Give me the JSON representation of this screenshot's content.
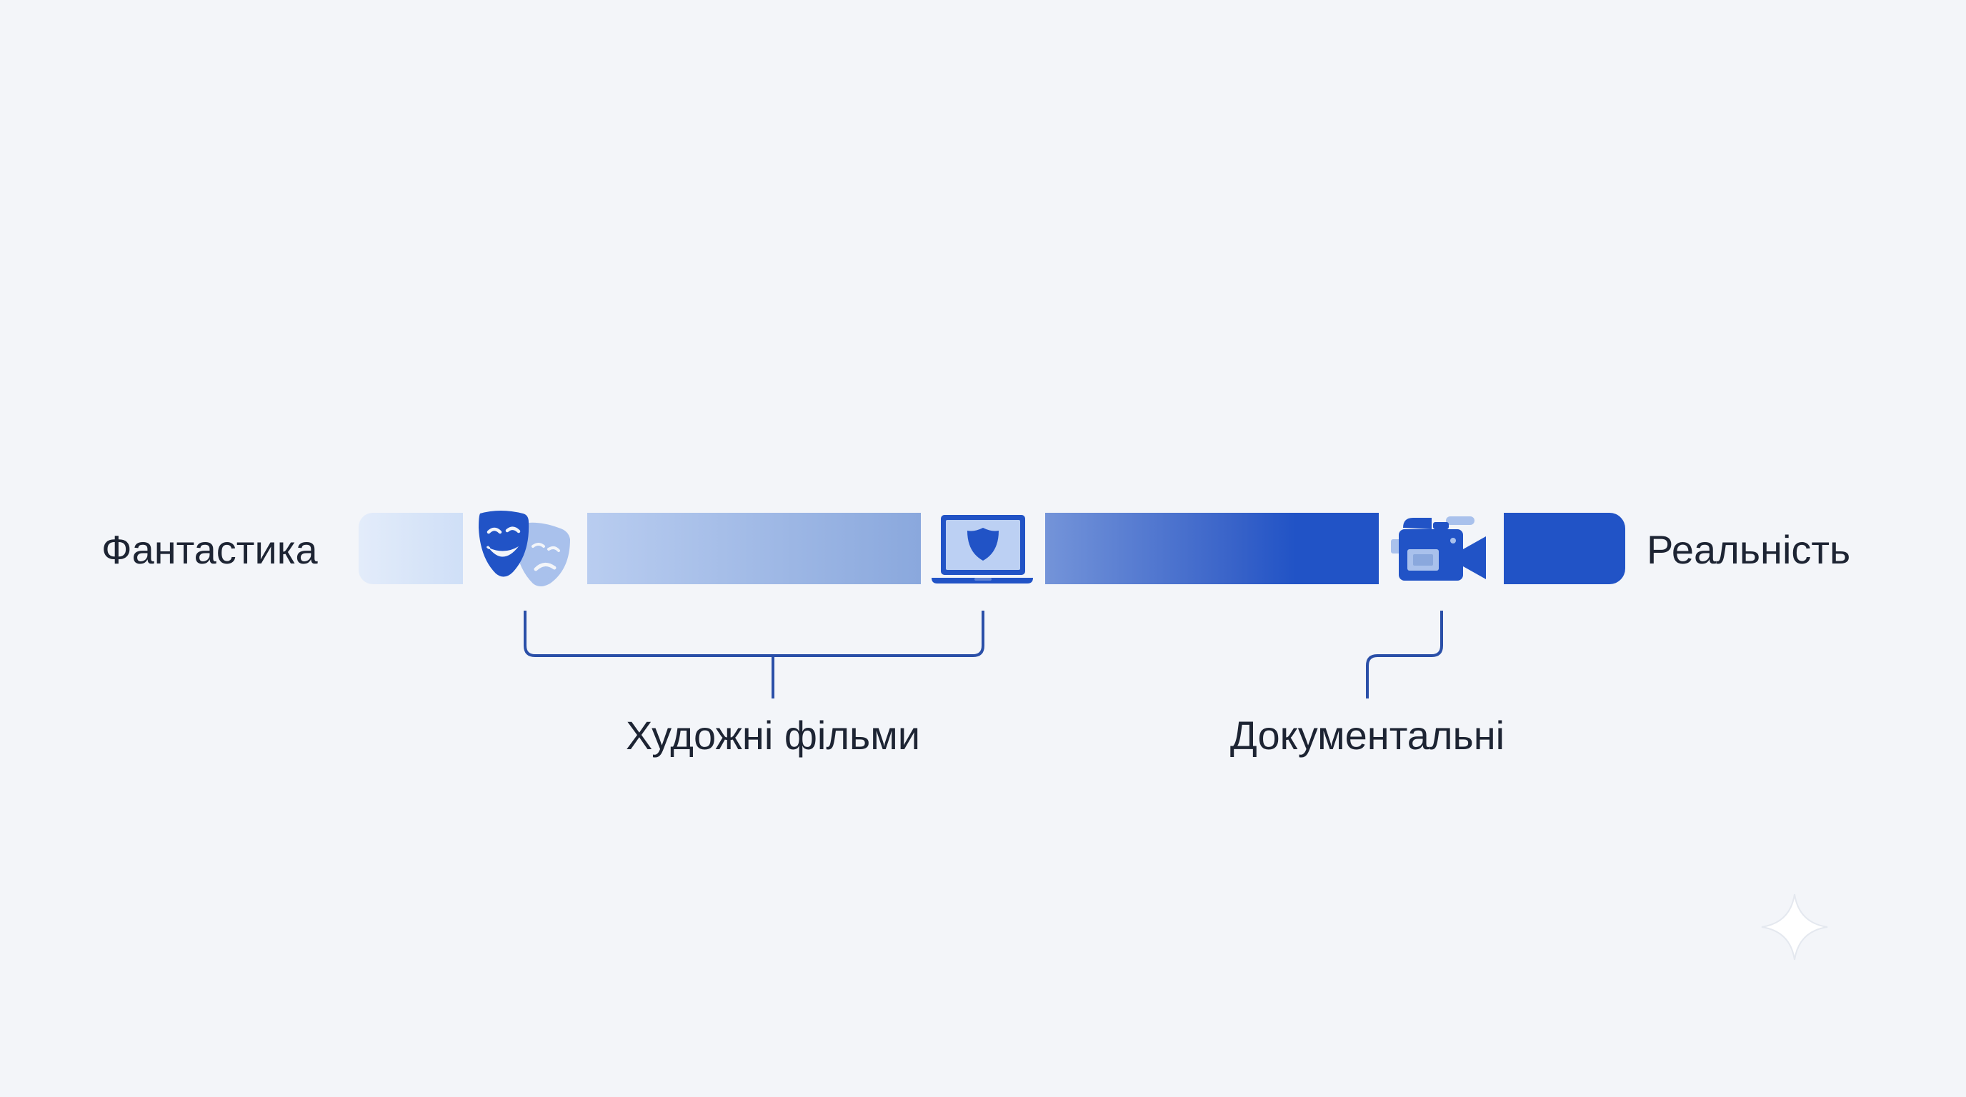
{
  "scale": {
    "left_label": "Фантастика",
    "right_label": "Реальність",
    "colors": {
      "light": "#dbe6f8",
      "mid": "#8aa8dd",
      "dark": "#2153c6",
      "bracket": "#2a4fa8",
      "text": "#1d2433"
    }
  },
  "markers": [
    {
      "icon": "theater-masks-icon"
    },
    {
      "icon": "laptop-shield-icon"
    },
    {
      "icon": "video-camera-icon"
    }
  ],
  "groups": {
    "fiction_label": "Художні фільми",
    "documentary_label": "Документальні"
  }
}
